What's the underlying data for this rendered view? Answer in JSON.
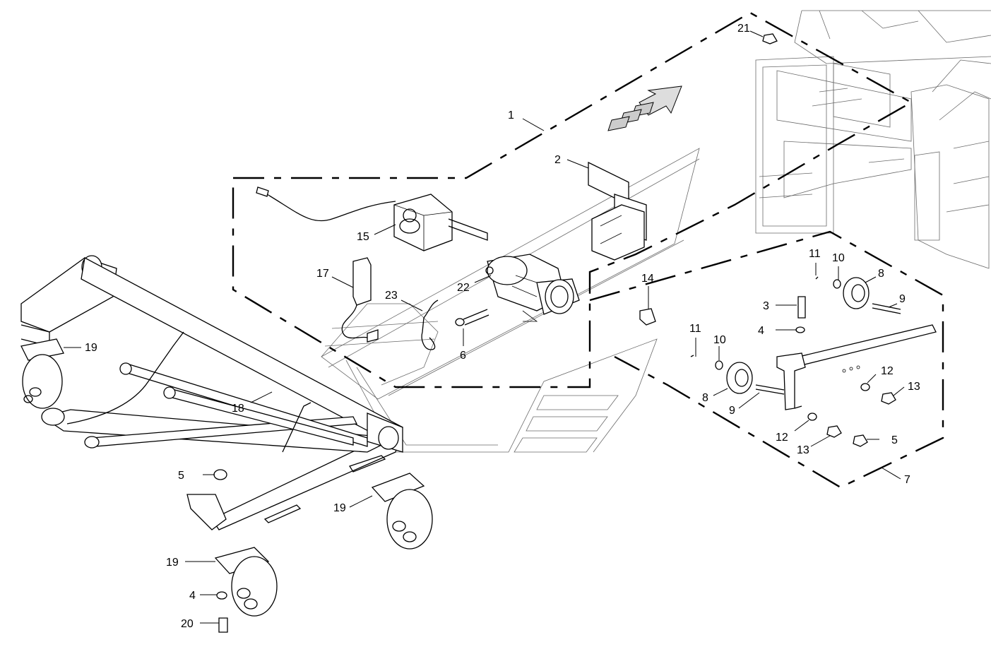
{
  "callouts": [
    "1",
    "2",
    "3",
    "4",
    "5",
    "6",
    "7",
    "8",
    "9",
    "10",
    "11",
    "12",
    "13",
    "14",
    "15",
    "17",
    "18",
    "19",
    "20",
    "21",
    "22",
    "23"
  ],
  "diagram": {
    "labels": {
      "c1": "1",
      "c2": "2",
      "c3": "3",
      "c4a": "4",
      "c4b": "4",
      "c5a": "5",
      "c5b": "5",
      "c6": "6",
      "c7": "7",
      "c8a": "8",
      "c8b": "8",
      "c9a": "9",
      "c9b": "9",
      "c10a": "10",
      "c10b": "10",
      "c11a": "11",
      "c11b": "11",
      "c12a": "12",
      "c12b": "12",
      "c13a": "13",
      "c13b": "13",
      "c14": "14",
      "c15": "15",
      "c17": "17",
      "c18": "18",
      "c19a": "19",
      "c19b": "19",
      "c19c": "19",
      "c20": "20",
      "c21": "21",
      "c22": "22",
      "c23": "23"
    }
  }
}
